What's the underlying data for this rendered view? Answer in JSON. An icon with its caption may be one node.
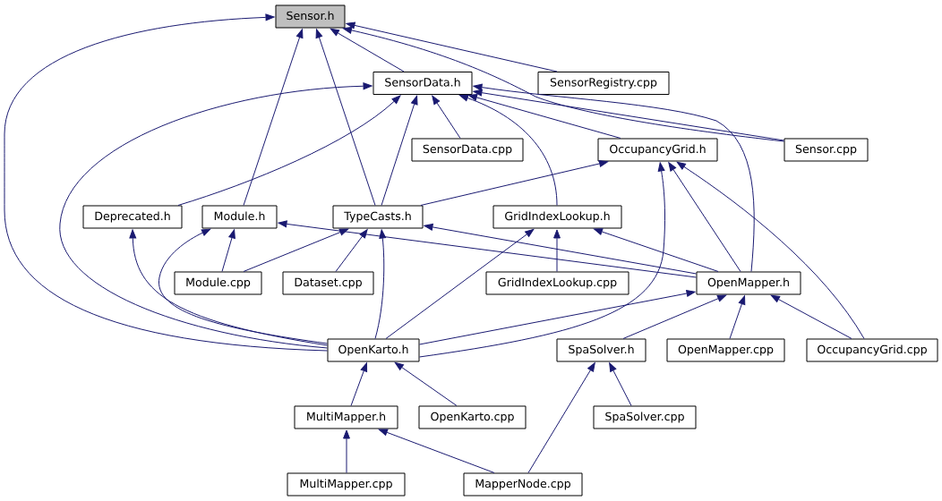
{
  "diagram": {
    "nodes": [
      {
        "text": [
          "Sensor.h"
        ]
      },
      {
        "text": [
          "SensorData.h"
        ]
      },
      {
        "text": [
          "SensorRegistry.cpp"
        ]
      },
      {
        "text": [
          "SensorData.cpp"
        ]
      },
      {
        "text": [
          "OccupancyGrid.h"
        ]
      },
      {
        "text": [
          "Sensor.cpp"
        ]
      },
      {
        "text": [
          "Deprecated.h"
        ]
      },
      {
        "text": [
          "Module.h"
        ]
      },
      {
        "text": [
          "TypeCasts.h"
        ]
      },
      {
        "text": [
          "GridIndexLookup.h"
        ]
      },
      {
        "text": [
          "Module.cpp"
        ]
      },
      {
        "text": [
          "Dataset.cpp"
        ]
      },
      {
        "text": [
          "GridIndexLookup.cpp"
        ]
      },
      {
        "text": [
          "OpenMapper.h"
        ]
      },
      {
        "text": [
          "OpenKarto.h"
        ]
      },
      {
        "text": [
          "SpaSolver.h"
        ]
      },
      {
        "text": [
          "OpenMapper.cpp"
        ]
      },
      {
        "text": [
          "OccupancyGrid.cpp"
        ]
      },
      {
        "text": [
          "MultiMapper.h"
        ]
      },
      {
        "text": [
          "OpenKarto.cpp"
        ]
      },
      {
        "text": [
          "SpaSolver.cpp"
        ]
      },
      {
        "text": [
          "MultiMapper.cpp"
        ]
      },
      {
        "text": [
          "MapperNode.cpp"
        ]
      }
    ],
    "edges": [
      {
        "from": 14,
        "to": 0,
        "arrow": "to"
      },
      {
        "from": 7,
        "to": 0,
        "arrow": "to"
      },
      {
        "from": 8,
        "to": 0,
        "arrow": "to"
      },
      {
        "from": 1,
        "to": 0,
        "arrow": "to"
      },
      {
        "from": 2,
        "to": 0,
        "arrow": "to"
      },
      {
        "from": 5,
        "to": 0,
        "arrow": "to"
      },
      {
        "from": 14,
        "to": 1,
        "arrow": "to"
      },
      {
        "from": 6,
        "to": 1,
        "arrow": "to"
      },
      {
        "from": 8,
        "to": 1,
        "arrow": "to"
      },
      {
        "from": 3,
        "to": 1,
        "arrow": "to"
      },
      {
        "from": 9,
        "to": 1,
        "arrow": "to"
      },
      {
        "from": 4,
        "to": 1,
        "arrow": "to"
      },
      {
        "from": 5,
        "to": 1,
        "arrow": "to"
      },
      {
        "from": 13,
        "to": 1,
        "arrow": "to"
      },
      {
        "from": 8,
        "to": 4,
        "arrow": "to"
      },
      {
        "from": 14,
        "to": 4,
        "arrow": "to"
      },
      {
        "from": 13,
        "to": 4,
        "arrow": "to"
      },
      {
        "from": 17,
        "to": 4,
        "arrow": "to"
      },
      {
        "from": 10,
        "to": 8,
        "arrow": "to"
      },
      {
        "from": 11,
        "to": 8,
        "arrow": "to"
      },
      {
        "from": 14,
        "to": 8,
        "arrow": "to"
      },
      {
        "from": 13,
        "to": 8,
        "arrow": "to"
      },
      {
        "from": 13,
        "to": 7,
        "arrow": "to"
      },
      {
        "from": 10,
        "to": 7,
        "arrow": "to"
      },
      {
        "from": 14,
        "to": 7,
        "arrow": "to"
      },
      {
        "from": 14,
        "to": 6,
        "arrow": "to"
      },
      {
        "from": 14,
        "to": 9,
        "arrow": "to"
      },
      {
        "from": 12,
        "to": 9,
        "arrow": "to"
      },
      {
        "from": 13,
        "to": 9,
        "arrow": "to"
      },
      {
        "from": 14,
        "to": 13,
        "arrow": "to"
      },
      {
        "from": 15,
        "to": 13,
        "arrow": "to"
      },
      {
        "from": 16,
        "to": 13,
        "arrow": "to"
      },
      {
        "from": 17,
        "to": 13,
        "arrow": "to"
      },
      {
        "from": 18,
        "to": 14,
        "arrow": "to"
      },
      {
        "from": 19,
        "to": 14,
        "arrow": "to"
      },
      {
        "from": 22,
        "to": 15,
        "arrow": "to"
      },
      {
        "from": 20,
        "to": 15,
        "arrow": "to"
      },
      {
        "from": 21,
        "to": 18,
        "arrow": "to"
      },
      {
        "from": 22,
        "to": 18,
        "arrow": "to"
      }
    ]
  }
}
